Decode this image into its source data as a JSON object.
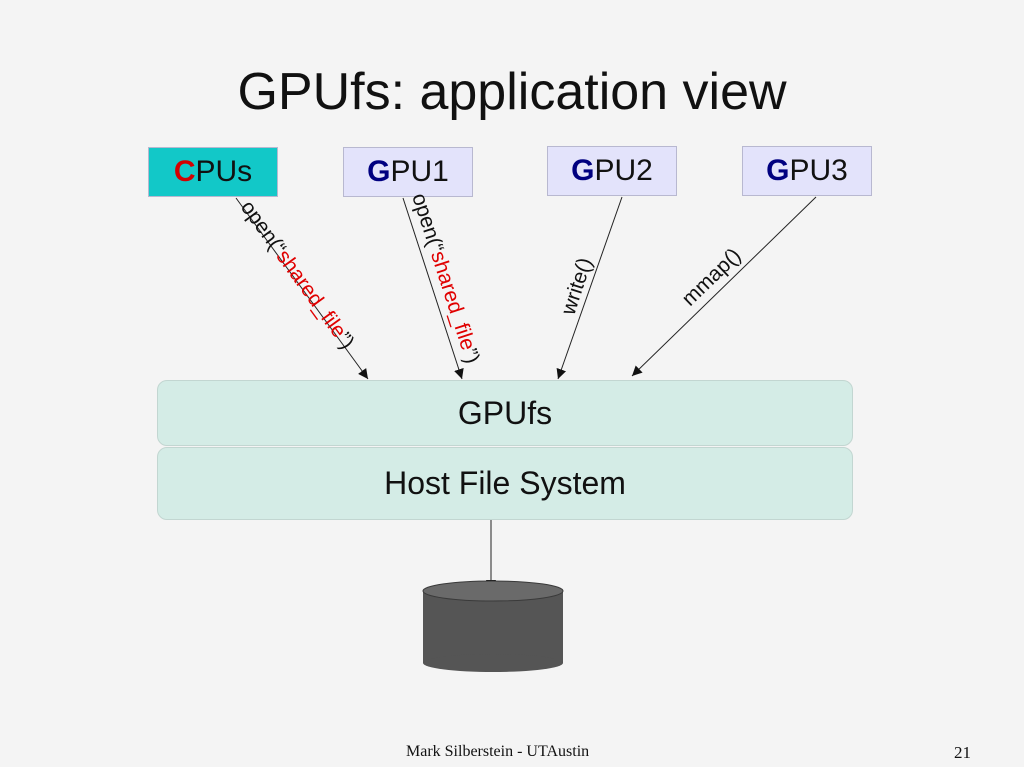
{
  "title": "GPUfs: application view",
  "processors": [
    {
      "lead": "C",
      "rest": "PUs",
      "lead_color": "#d40000",
      "bg": "#12c8c8"
    },
    {
      "lead": "G",
      "rest": "PU1",
      "lead_color": "#000080",
      "bg": "#e3e3fb"
    },
    {
      "lead": "G",
      "rest": "PU2",
      "lead_color": "#000080",
      "bg": "#e3e3fb"
    },
    {
      "lead": "G",
      "rest": "PU3",
      "lead_color": "#000080",
      "bg": "#e3e3fb"
    }
  ],
  "calls": [
    {
      "pre": "open(“",
      "arg": "shared_file",
      "post": "”)"
    },
    {
      "pre": "open(“",
      "arg": "shared_file",
      "post": "”)"
    },
    {
      "pre": "write()",
      "arg": "",
      "post": ""
    },
    {
      "pre": "mmap()",
      "arg": "",
      "post": ""
    }
  ],
  "arg_color": "#e00000",
  "layers": {
    "gpufs": "GPUfs",
    "host": "Host File System"
  },
  "disk_icon": "storage-disk-icon",
  "footer": "Mark Silberstein - UTAustin",
  "page_number": "21"
}
